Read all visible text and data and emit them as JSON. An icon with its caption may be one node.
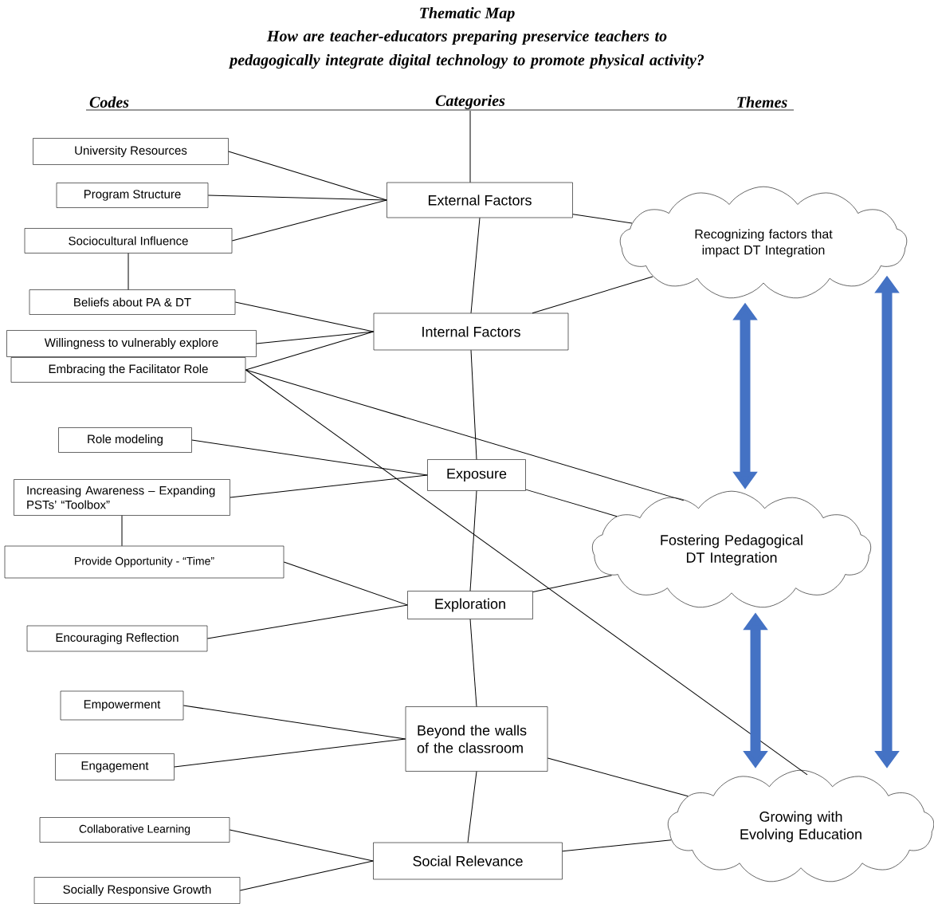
{
  "diagram": {
    "title": "Thematic Map",
    "nodes": [
      {
        "text": [
          "University Resources"
        ]
      },
      {
        "text": [
          "Program Structure"
        ]
      },
      {
        "text": [
          "Sociocultural Influence"
        ]
      },
      {
        "text": [
          "External Factors"
        ]
      },
      {
        "text": [
          "Beliefs about PA & DT"
        ]
      },
      {
        "text": [
          "Willingness to vulnerably explore"
        ]
      },
      {
        "text": [
          "Embracing the Facilitator Role"
        ]
      },
      {
        "text": [
          "Internal Factors"
        ]
      },
      {
        "text": [
          "Role modeling"
        ]
      },
      {
        "text": [
          "Increasing Awareness – Expanding PSTs’ “Toolbox”"
        ]
      },
      {
        "text": [
          "Provide Opportunity - “Time”"
        ]
      },
      {
        "text": [
          "Exposure"
        ]
      },
      {
        "text": [
          "Encouraging Reflection"
        ]
      },
      {
        "text": [
          "Exploration"
        ]
      },
      {
        "text": [
          "Empowerment"
        ]
      },
      {
        "text": [
          "Engagement"
        ]
      },
      {
        "text": [
          "Beyond the walls of the classroom"
        ]
      },
      {
        "text": [
          "Collaborative Learning"
        ]
      },
      {
        "text": [
          "Socially Responsive Growth"
        ]
      },
      {
        "text": [
          "Social Relevance"
        ]
      },
      {
        "text": [
          "Recognizing factors that impact DT Integration"
        ]
      },
      {
        "text": [
          "Fostering Pedagogical DT Integration"
        ]
      },
      {
        "text": [
          "Growing with Evolving Education"
        ]
      },
      {
        "text": [
          "Categories"
        ]
      }
    ],
    "edges": [
      {
        "from": 23,
        "to": 3,
        "arrow": "none"
      },
      {
        "from": 0,
        "to": 3,
        "arrow": "none"
      },
      {
        "from": 1,
        "to": 3,
        "arrow": "none"
      },
      {
        "from": 2,
        "to": 3,
        "arrow": "none"
      },
      {
        "from": 2,
        "to": 4,
        "arrow": "none"
      },
      {
        "from": 3,
        "to": 7,
        "arrow": "none"
      },
      {
        "from": 3,
        "to": 20,
        "arrow": "none"
      },
      {
        "from": 4,
        "to": 7,
        "arrow": "none"
      },
      {
        "from": 5,
        "to": 7,
        "arrow": "none"
      },
      {
        "from": 6,
        "to": 7,
        "arrow": "none"
      },
      {
        "from": 6,
        "to": 21,
        "arrow": "none"
      },
      {
        "from": 6,
        "to": 22,
        "arrow": "none"
      },
      {
        "from": 7,
        "to": 20,
        "arrow": "none"
      },
      {
        "from": 7,
        "to": 11,
        "arrow": "none"
      },
      {
        "from": 8,
        "to": 11,
        "arrow": "none"
      },
      {
        "from": 9,
        "to": 11,
        "arrow": "none"
      },
      {
        "from": 9,
        "to": 10,
        "arrow": "none"
      },
      {
        "from": 10,
        "to": 13,
        "arrow": "none"
      },
      {
        "from": 11,
        "to": 21,
        "arrow": "none"
      },
      {
        "from": 11,
        "to": 13,
        "arrow": "none"
      },
      {
        "from": 12,
        "to": 13,
        "arrow": "none"
      },
      {
        "from": 13,
        "to": 21,
        "arrow": "none"
      },
      {
        "from": 13,
        "to": 16,
        "arrow": "none"
      },
      {
        "from": 14,
        "to": 16,
        "arrow": "none"
      },
      {
        "from": 15,
        "to": 16,
        "arrow": "none"
      },
      {
        "from": 16,
        "to": 22,
        "arrow": "none"
      },
      {
        "from": 16,
        "to": 19,
        "arrow": "none"
      },
      {
        "from": 17,
        "to": 19,
        "arrow": "none"
      },
      {
        "from": 18,
        "to": 19,
        "arrow": "none"
      },
      {
        "from": 19,
        "to": 22,
        "arrow": "none"
      },
      {
        "from": 20,
        "to": 21,
        "arrow": "both",
        "style": "thick",
        "color": "#4472c4"
      },
      {
        "from": 21,
        "to": 22,
        "arrow": "both",
        "style": "thick",
        "color": "#4472c4"
      },
      {
        "from": 20,
        "to": 22,
        "arrow": "both",
        "style": "thick",
        "color": "#4472c4"
      }
    ],
    "labels": [
      "How are teacher-educators preparing preservice teachers to pedagogically integrate digital technology to promote physical activity?",
      "Codes",
      "Themes"
    ]
  }
}
